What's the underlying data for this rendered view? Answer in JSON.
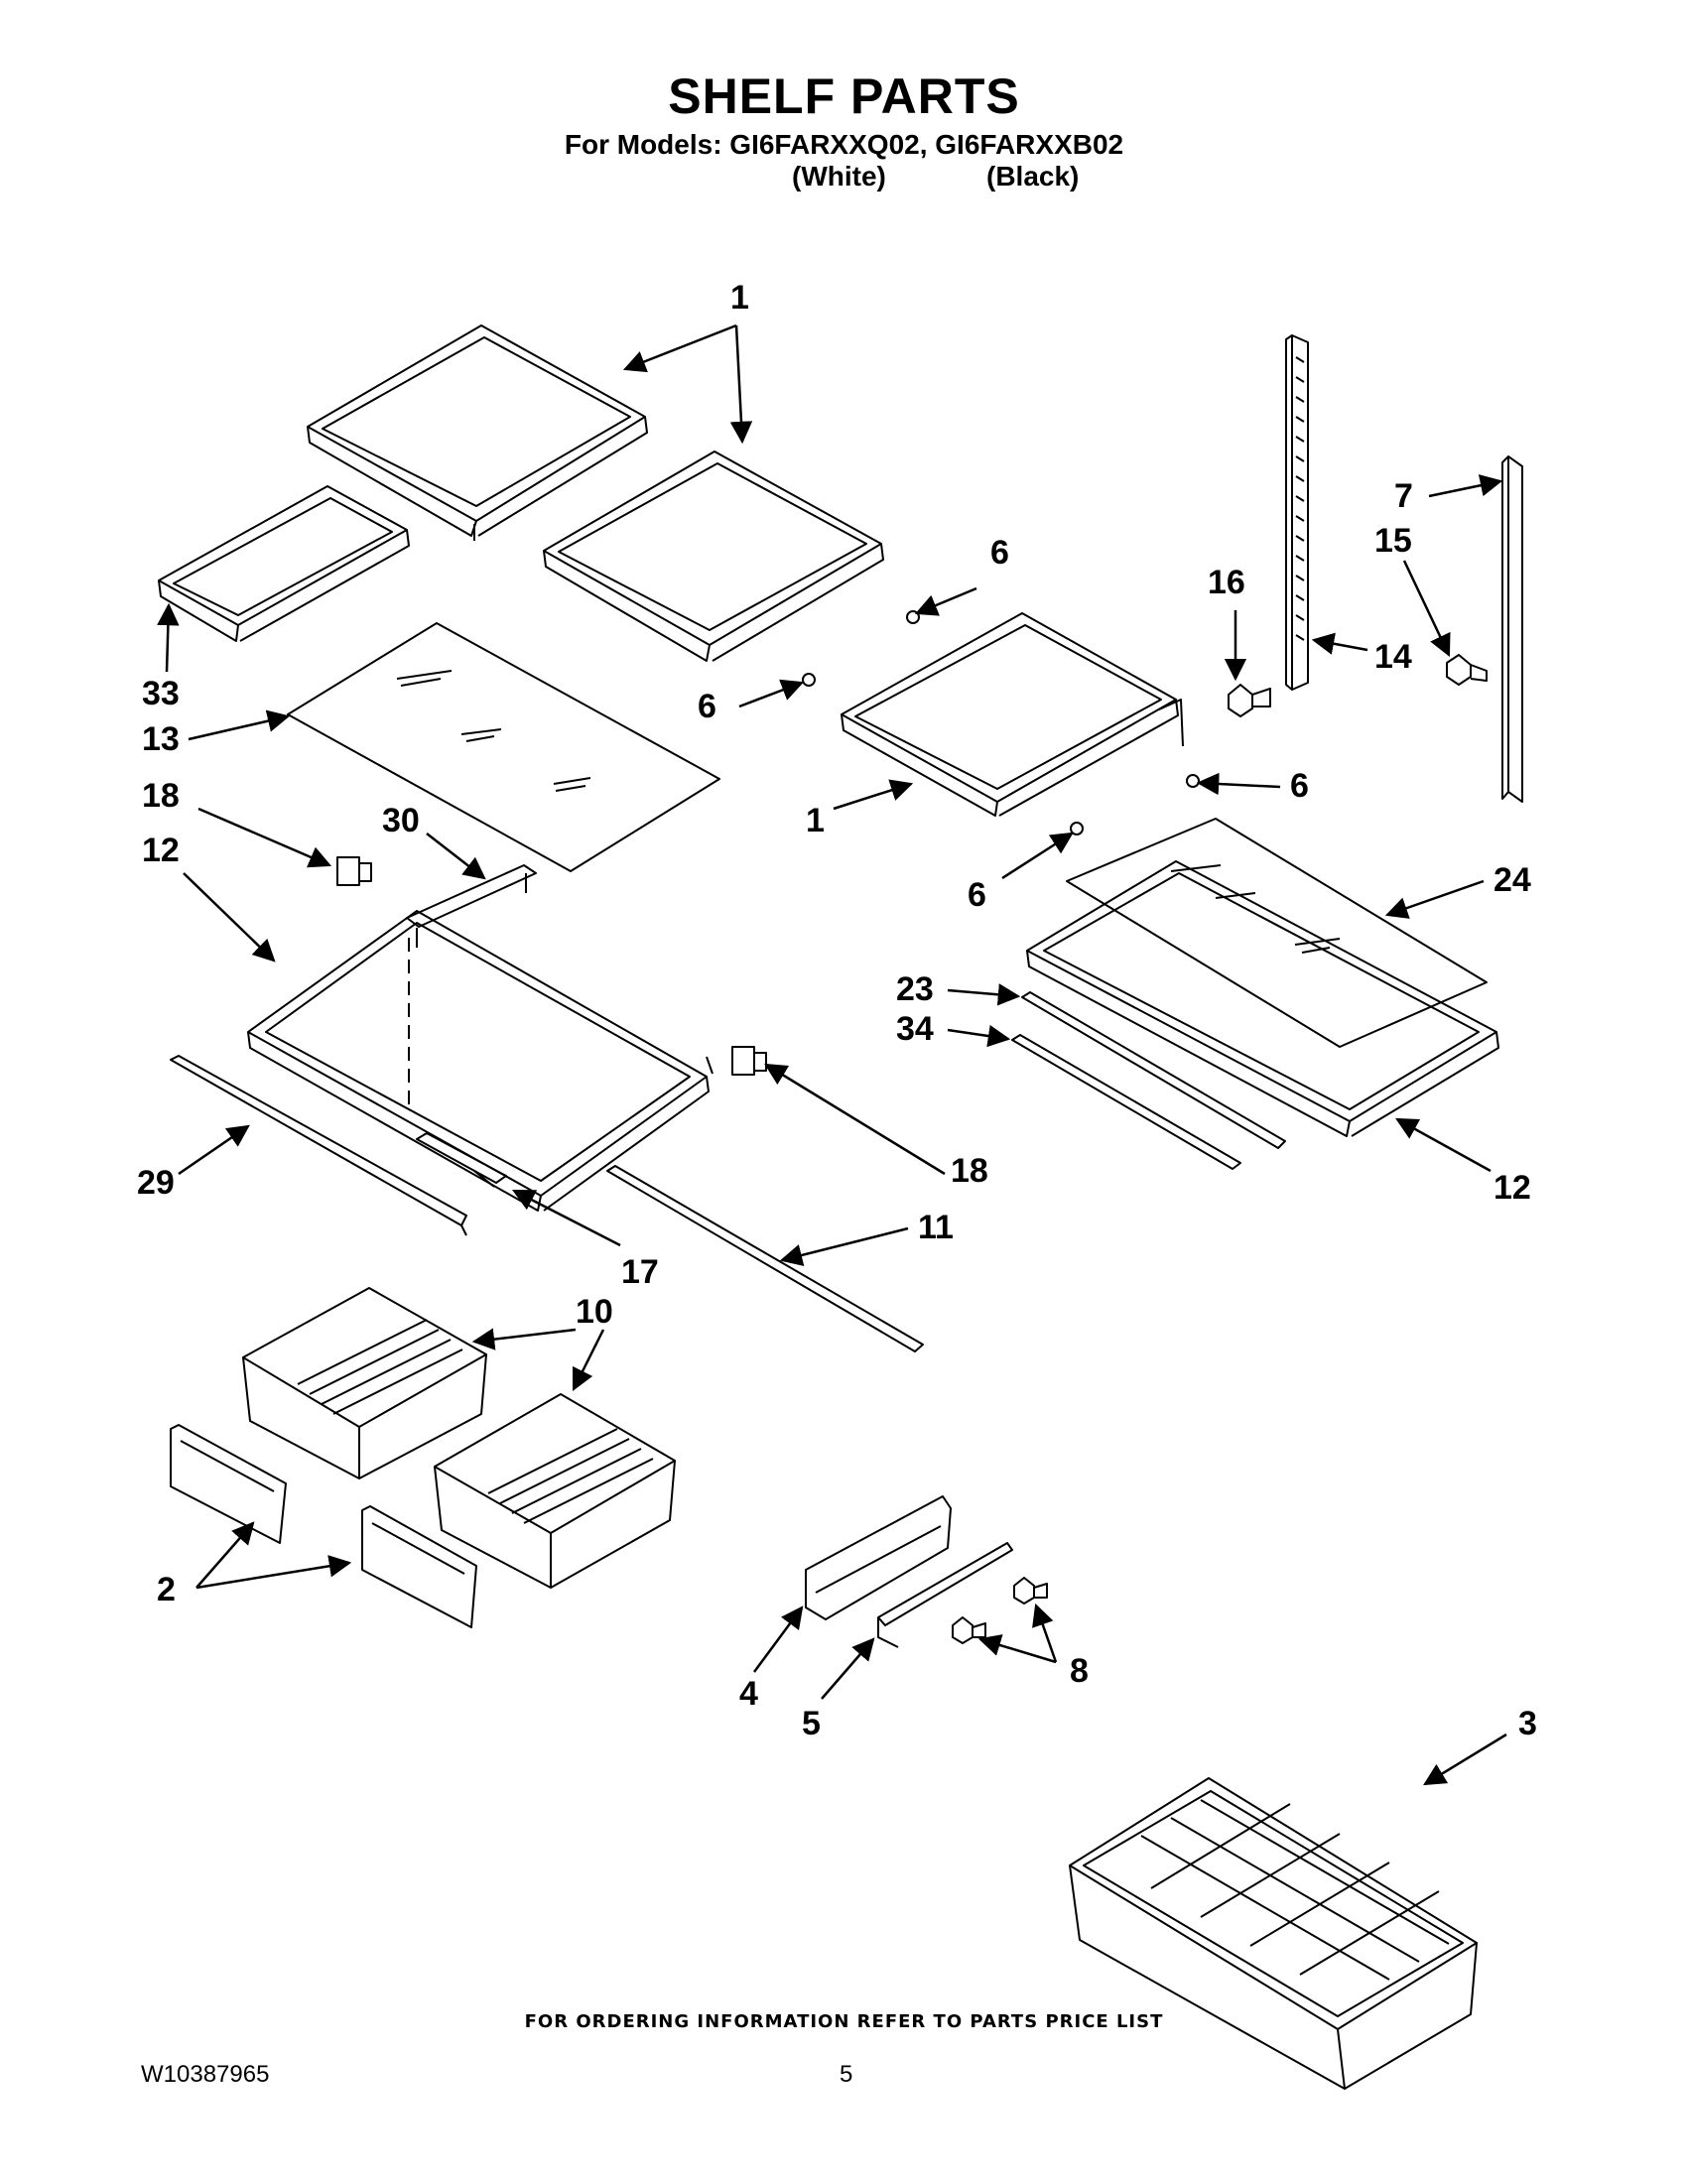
{
  "header": {
    "title": "SHELF PARTS",
    "models_line": "For Models: GI6FARXXQ02, GI6FARXXB02",
    "color_white": "(White)",
    "color_black": "(Black)"
  },
  "callouts": {
    "c1a": "1",
    "c1b": "1",
    "c33": "33",
    "c13": "13",
    "c6a": "6",
    "c6b": "6",
    "c6c": "6",
    "c6d": "6",
    "c16": "16",
    "c14": "14",
    "c7": "7",
    "c15": "15",
    "c18a": "18",
    "c30": "30",
    "c12a": "12",
    "c24": "24",
    "c23": "23",
    "c34": "34",
    "c12b": "12",
    "c29": "29",
    "c18b": "18",
    "c17": "17",
    "c11": "11",
    "c10": "10",
    "c2": "2",
    "c4": "4",
    "c5": "5",
    "c8": "8",
    "c3": "3"
  },
  "footer": {
    "ordering_note": "FOR ORDERING INFORMATION REFER TO PARTS PRICE LIST",
    "doc_number": "W10387965",
    "page_number": "5"
  }
}
